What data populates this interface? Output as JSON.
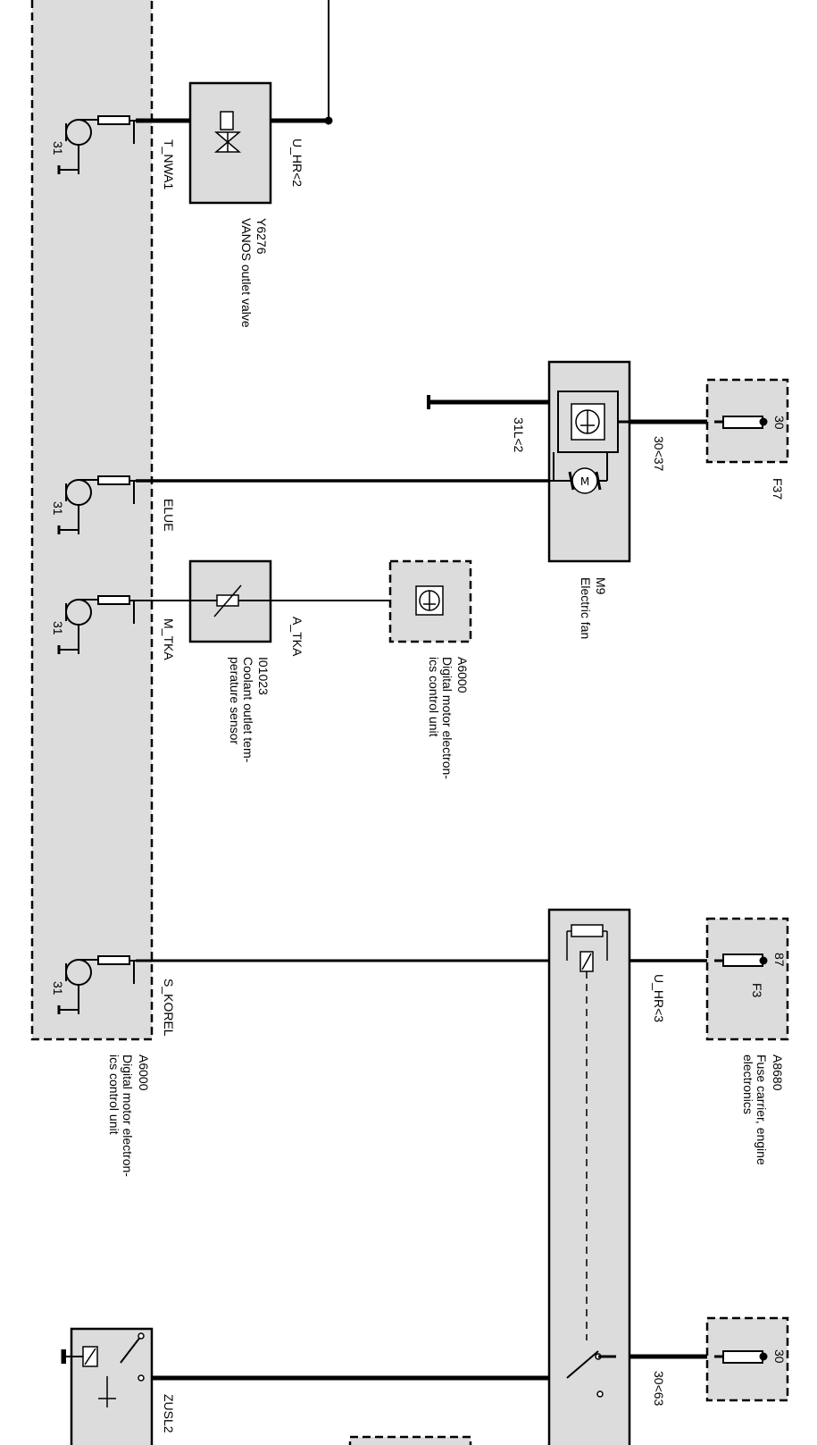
{
  "signals": {
    "t_nwa1": "T_NWA1",
    "u_hr2": "U_HR<2",
    "elue": "ELUE",
    "l31_2": "31L<2",
    "v30_37": "30<37",
    "m_tka": "M_TKA",
    "a_tka": "A_TKA",
    "s_korel": "S_KOREL",
    "u_hr3": "U_HR<3",
    "v30_63": "30<63",
    "zusl2": "ZUSL2"
  },
  "components": {
    "y6276": {
      "id": "Y6276",
      "name": "VANOS outlet valve"
    },
    "m9": {
      "id": "M9",
      "name": "Electric fan"
    },
    "f37": {
      "id": "F37",
      "pin": "30"
    },
    "i01023": {
      "id": "I01023",
      "name": "Coolant outlet tem-\nperature sensor"
    },
    "a6000_sensor": {
      "id": "A6000",
      "name": "Digital motor electron-\nics control unit"
    },
    "a6000": {
      "id": "A6000",
      "name": "Digital motor electron-\nics control unit"
    },
    "f3": {
      "id": "F3",
      "pin": "87"
    },
    "a8680": {
      "id": "A8680",
      "name": "Fuse carrier, engine\nelectronics"
    },
    "f_bottom": {
      "pin": "30"
    }
  },
  "ground_pin": "31"
}
